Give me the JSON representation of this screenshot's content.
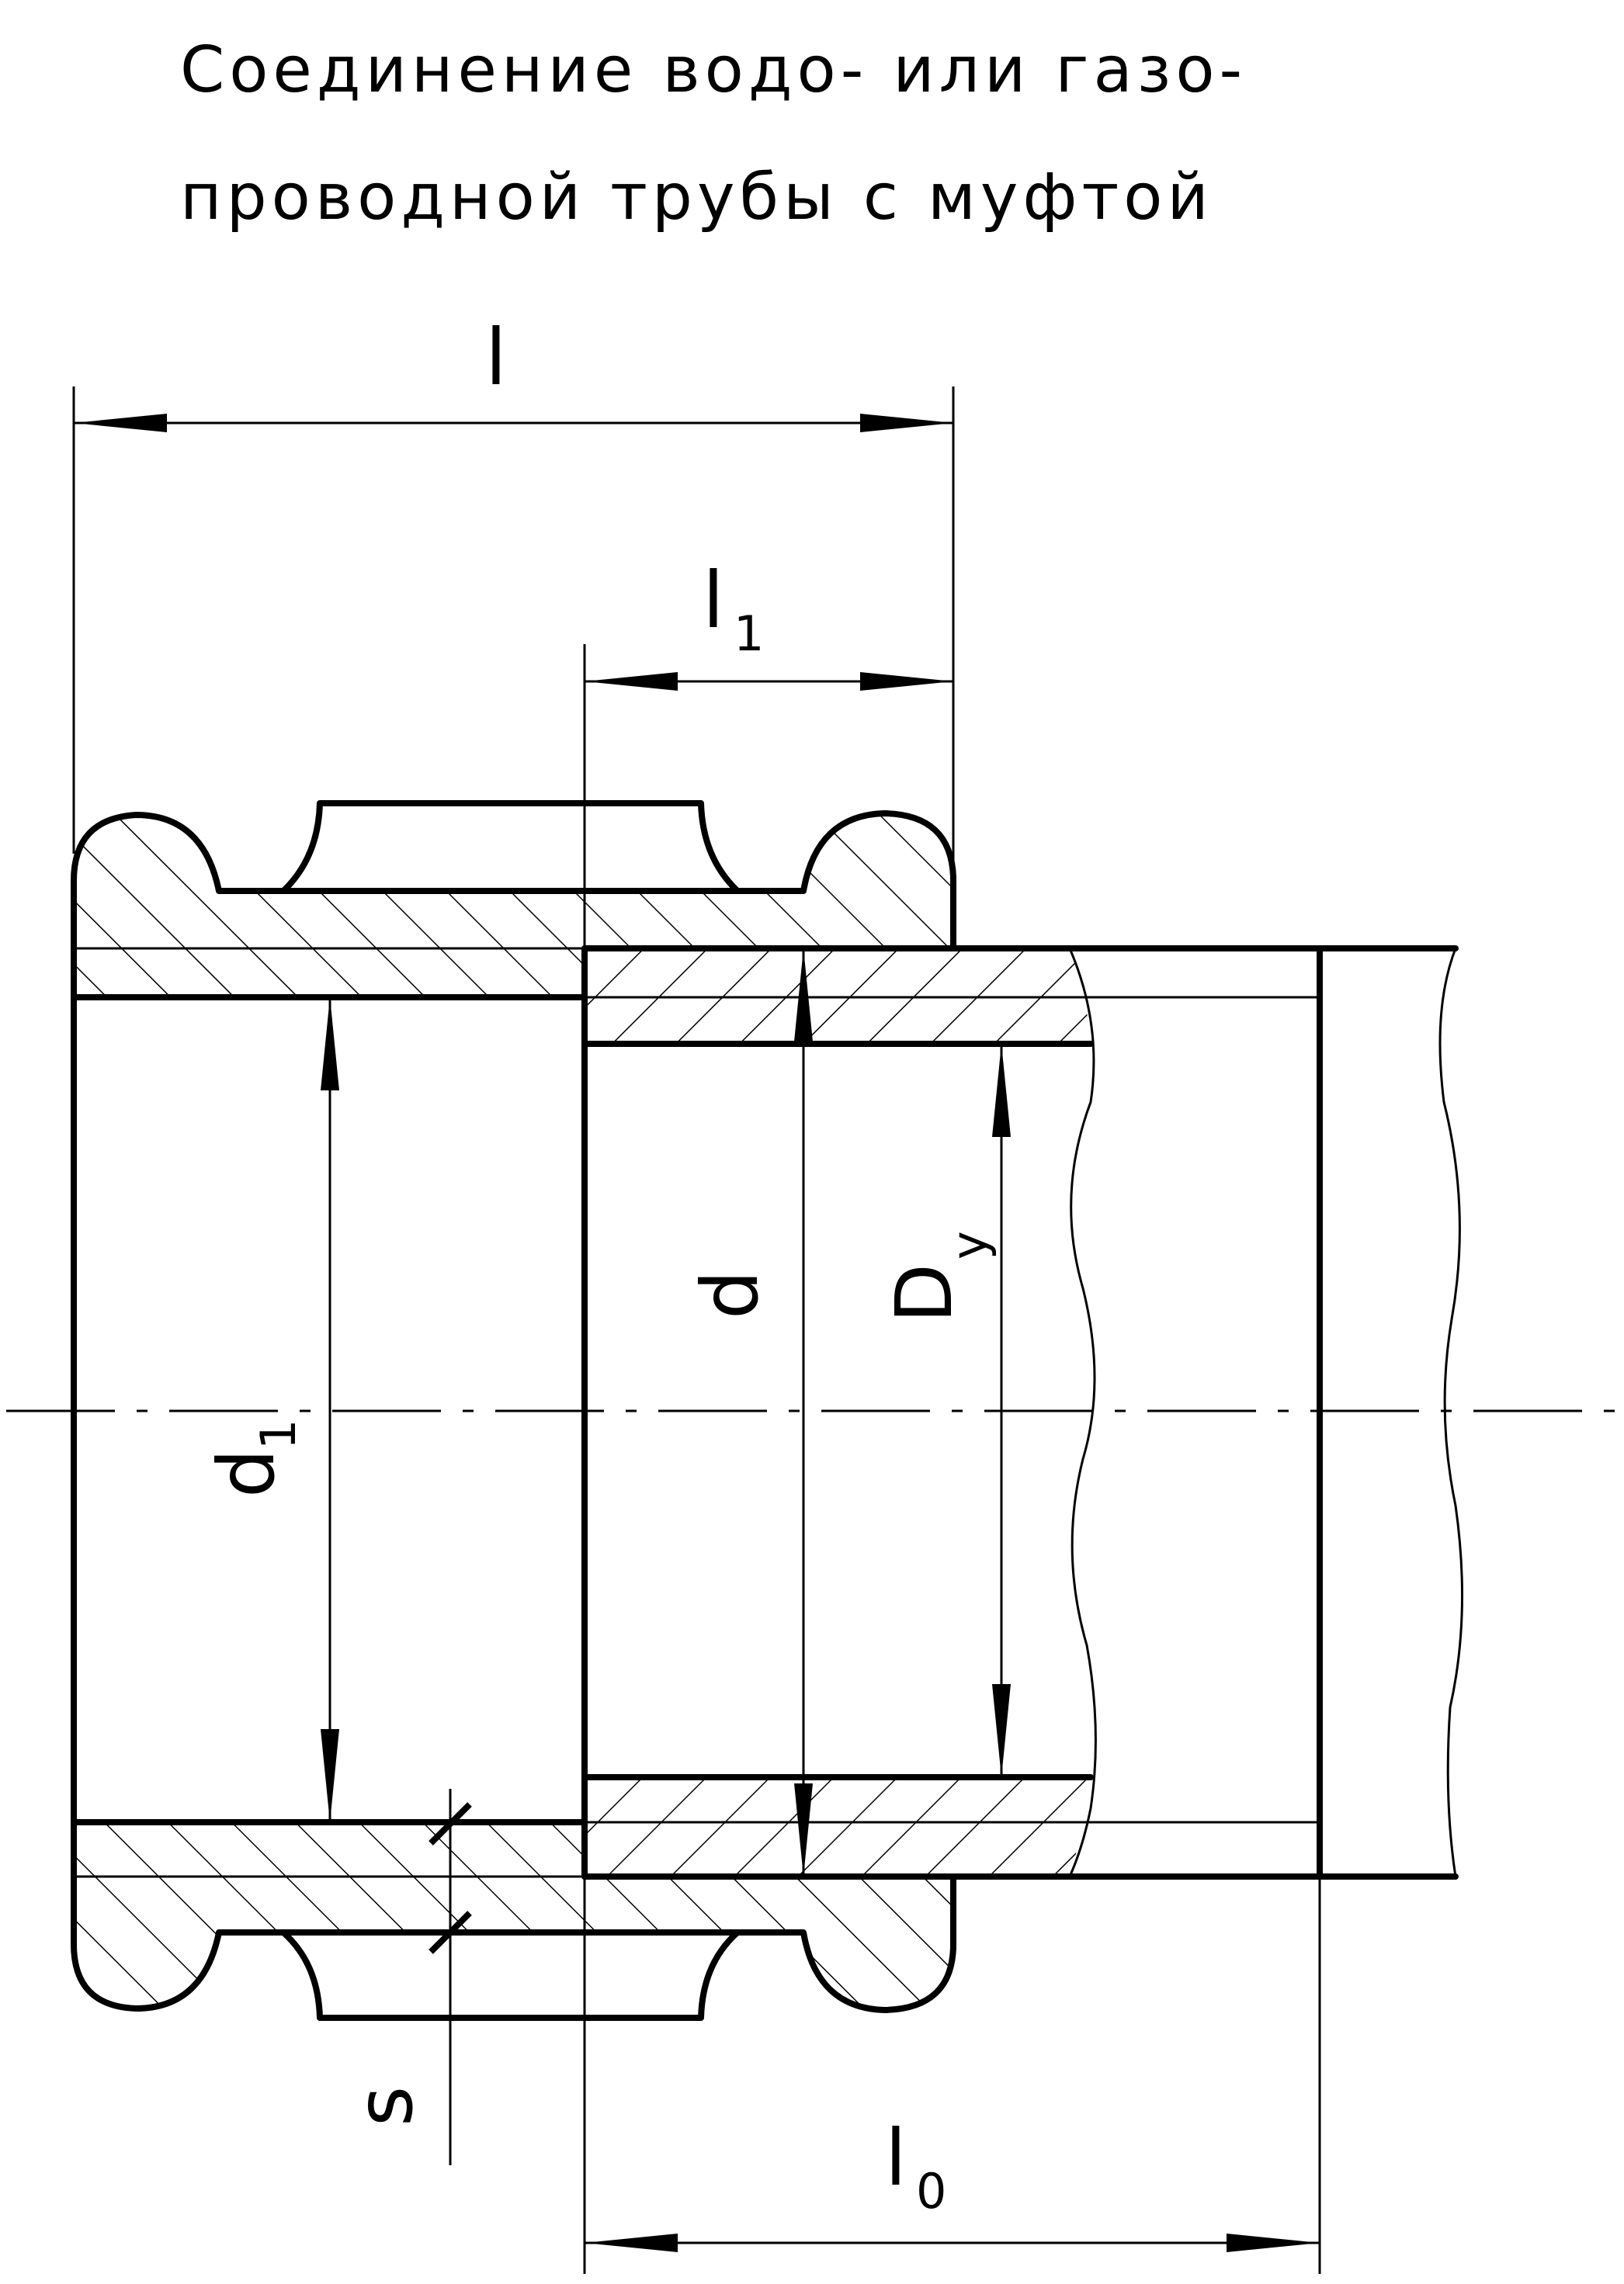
{
  "title": {
    "line1": "Соединение водо- или газо-",
    "line2": "проводной трубы с муфтой"
  },
  "dimensions": {
    "l": {
      "main": "l",
      "sub": ""
    },
    "l1": {
      "main": "l",
      "sub": "1"
    },
    "l0": {
      "main": "l",
      "sub": "0"
    },
    "d": {
      "main": "d",
      "sub": ""
    },
    "d1": {
      "main": "d",
      "sub": "1"
    },
    "Dy": {
      "main": "D",
      "sub": "y"
    },
    "s": {
      "main": "s",
      "sub": ""
    }
  }
}
